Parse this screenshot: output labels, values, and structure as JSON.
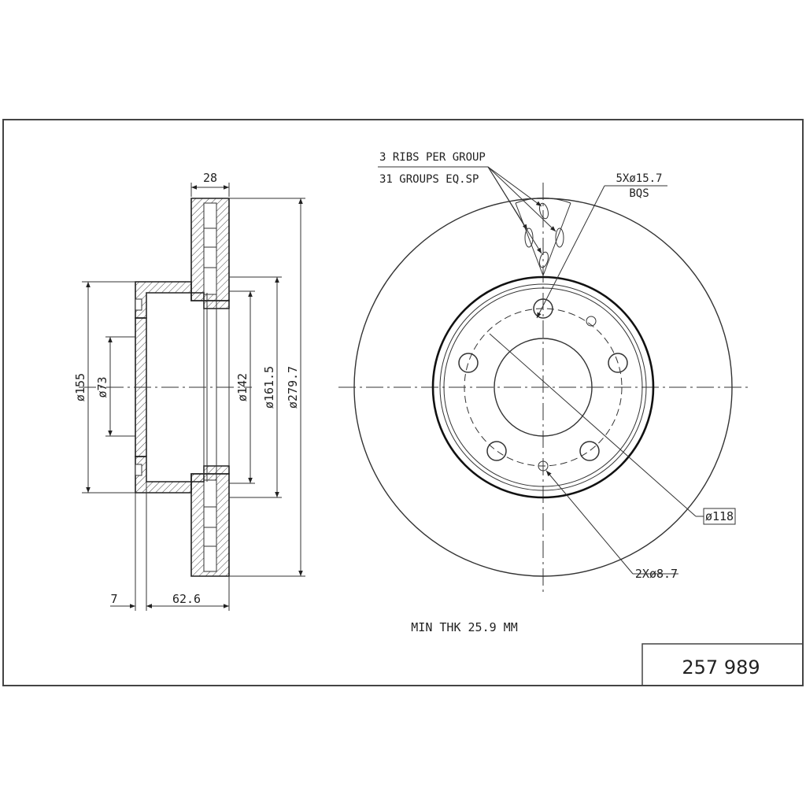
{
  "side_view": {
    "width_top": "28",
    "dia_155": "ø155",
    "dia_73": "ø73",
    "dia_142": "ø142",
    "dia_161_5": "ø161.5",
    "dia_279_7": "ø279.7",
    "offset_7": "7",
    "height_62_6": "62.6"
  },
  "front_view": {
    "ribs_note_line1": "3 RIBS PER GROUP",
    "ribs_note_line2": "31 GROUPS EQ.SP",
    "bolt_holes_line1": "5Xø15.7",
    "bolt_holes_line2": "BQS",
    "pcd": "ø118",
    "small_holes": "2Xø8.7"
  },
  "min_thickness": "MIN THK 25.9 MM",
  "part_number": "257 989"
}
